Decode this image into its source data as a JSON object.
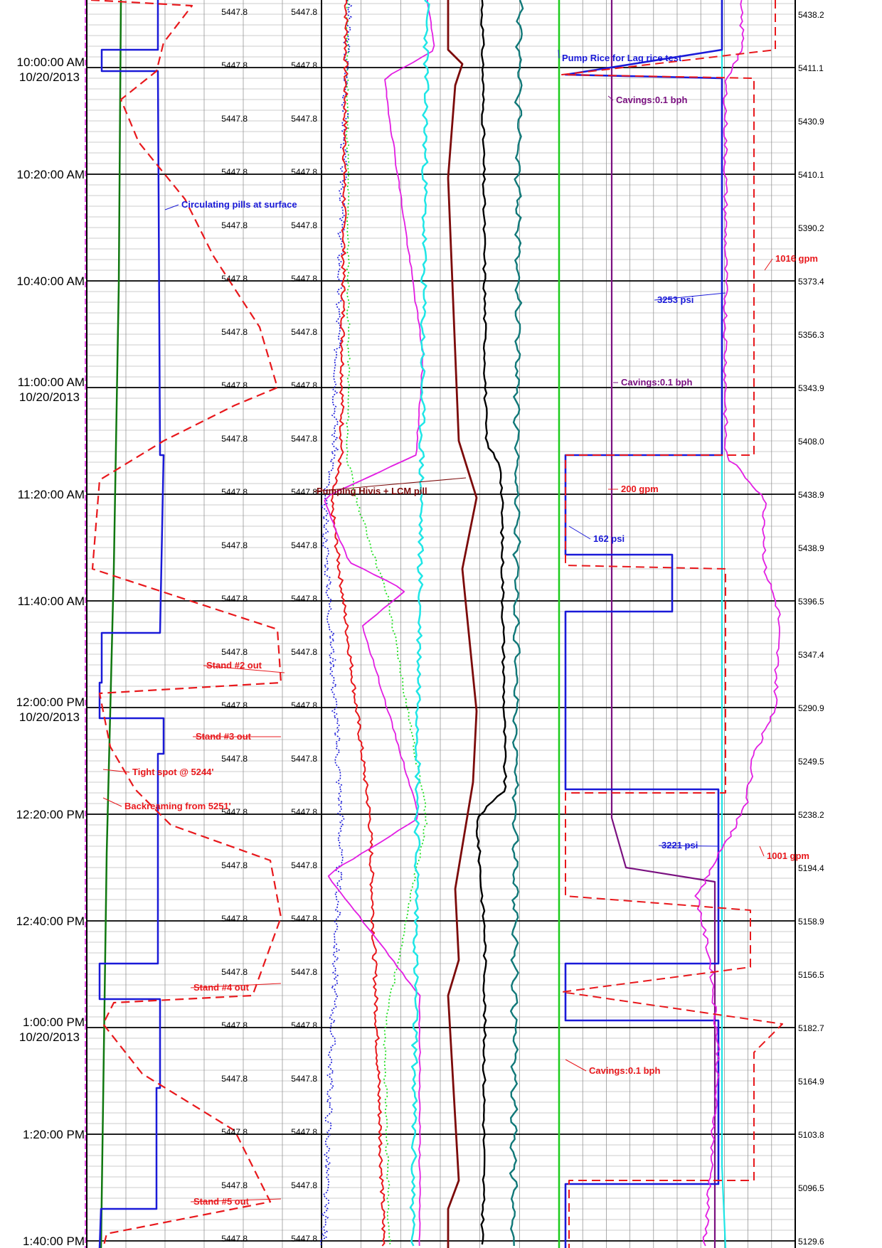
{
  "chart_data": {
    "type": "line",
    "title": "",
    "colors": {
      "red": "#e8181c",
      "blue": "#1a1ad8",
      "green": "#18a818",
      "lime": "#22e022",
      "magenta": "#e21ee2",
      "cyan": "#1ee6e6",
      "maroon": "#7c0a0a",
      "black": "#000000",
      "teal": "#107878",
      "purple": "#7a1080"
    },
    "time_ticks": [
      {
        "time": "",
        "date": ""
      },
      {
        "time": "10:00:00 AM",
        "date": "10/20/2013"
      },
      {
        "time": "",
        "date": ""
      },
      {
        "time": "10:20:00 AM",
        "date": ""
      },
      {
        "time": "",
        "date": ""
      },
      {
        "time": "10:40:00 AM",
        "date": ""
      },
      {
        "time": "",
        "date": ""
      },
      {
        "time": "11:00:00 AM",
        "date": "10/20/2013"
      },
      {
        "time": "",
        "date": ""
      },
      {
        "time": "11:20:00 AM",
        "date": ""
      },
      {
        "time": "",
        "date": ""
      },
      {
        "time": "11:40:00 AM",
        "date": ""
      },
      {
        "time": "",
        "date": ""
      },
      {
        "time": "12:00:00 PM",
        "date": "10/20/2013"
      },
      {
        "time": "",
        "date": ""
      },
      {
        "time": "12:20:00 PM",
        "date": ""
      },
      {
        "time": "",
        "date": ""
      },
      {
        "time": "12:40:00 PM",
        "date": ""
      },
      {
        "time": "",
        "date": ""
      },
      {
        "time": "1:00:00 PM",
        "date": "10/20/2013"
      },
      {
        "time": "",
        "date": ""
      },
      {
        "time": "1:20:00 PM",
        "date": ""
      },
      {
        "time": "",
        "date": ""
      },
      {
        "time": "1:40:00 PM",
        "date": ""
      }
    ],
    "bit_depth": [
      "5447.8",
      "5447.8",
      "5447.8",
      "5447.8",
      "5447.8",
      "5447.8",
      "5447.8",
      "5447.8",
      "5447.8",
      "5447.8",
      "5447.8",
      "5447.8",
      "5447.8",
      "5447.8",
      "5447.8",
      "5447.8",
      "5447.8",
      "5447.8",
      "5447.8",
      "5447.8",
      "5447.8",
      "5447.8",
      "5447.8",
      "5447.8"
    ],
    "hole_depth": [
      "5447.8",
      "5447.8",
      "5447.8",
      "5447.8",
      "5447.8",
      "5447.8",
      "5447.8",
      "5447.8",
      "5447.8",
      "5447.8",
      "5447.8",
      "5447.8",
      "5447.8",
      "5447.8",
      "5447.8",
      "5447.8",
      "5447.8",
      "5447.8",
      "5447.8",
      "5447.8",
      "5447.8",
      "5447.8",
      "5447.8",
      "5447.8"
    ],
    "right_depth": [
      "5438.2",
      "5411.1",
      "5430.9",
      "5410.1",
      "5390.2",
      "5373.4",
      "5356.3",
      "5343.9",
      "5408.0",
      "5438.9",
      "5438.9",
      "5396.5",
      "5347.4",
      "5290.9",
      "5249.5",
      "5238.2",
      "5194.4",
      "5158.9",
      "5156.5",
      "5182.7",
      "5164.9",
      "5103.8",
      "5096.5",
      "5129.6"
    ],
    "annotations": [
      {
        "text": "Pump Rice for Lag rice test",
        "color": "blue"
      },
      {
        "text": "Cavings:0.1 bph",
        "color": "purple"
      },
      {
        "text": "Circulating pills at surface",
        "color": "blue"
      },
      {
        "text": "1016 gpm",
        "color": "red"
      },
      {
        "text": "3253 psi",
        "color": "blue"
      },
      {
        "text": "Cavings:0.1 bph",
        "color": "purple"
      },
      {
        "text": "Pumping Hivis + LCM pill",
        "color": "maroon"
      },
      {
        "text": "200 gpm",
        "color": "red"
      },
      {
        "text": "162 psi",
        "color": "blue"
      },
      {
        "text": "Stand #2 out",
        "color": "red"
      },
      {
        "text": "Stand #3 out",
        "color": "red"
      },
      {
        "text": "Tight spot @ 5244'",
        "color": "red"
      },
      {
        "text": "Backreaming from 5251'",
        "color": "red"
      },
      {
        "text": "3221 psi",
        "color": "blue"
      },
      {
        "text": "1001 gpm",
        "color": "red"
      },
      {
        "text": "Stand #4 out",
        "color": "red"
      },
      {
        "text": "Cavings:0.1 bph",
        "color": "red"
      },
      {
        "text": "Stand #5 out",
        "color": "red"
      }
    ]
  }
}
